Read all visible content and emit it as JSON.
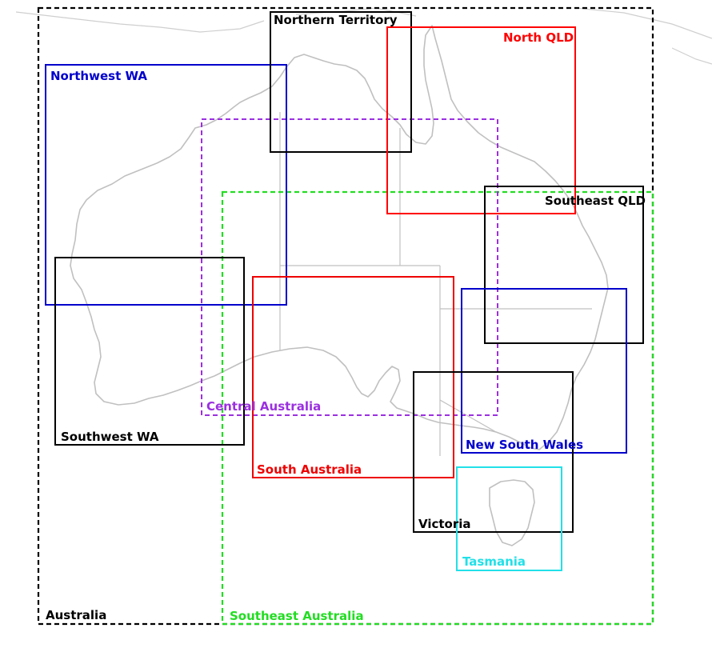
{
  "regions": {
    "australia": {
      "label": "Australia",
      "color": "#000000",
      "style": "dashed"
    },
    "northern_territory": {
      "label": "Northern Territory",
      "color": "#000000",
      "style": "solid"
    },
    "north_qld": {
      "label": "North QLD",
      "color": "#ff0000",
      "style": "solid"
    },
    "northwest_wa": {
      "label": "Northwest WA",
      "color": "#0000cc",
      "style": "solid"
    },
    "central_australia": {
      "label": "Central Australia",
      "color": "#9b30e0",
      "style": "dashed"
    },
    "southeast_qld": {
      "label": "Southeast QLD",
      "color": "#000000",
      "style": "solid"
    },
    "southeast_australia": {
      "label": "Southeast Australia",
      "color": "#22dd22",
      "style": "dashed"
    },
    "southwest_wa": {
      "label": "Southwest WA",
      "color": "#000000",
      "style": "solid"
    },
    "south_australia": {
      "label": "South Australia",
      "color": "#ee0000",
      "style": "solid"
    },
    "new_south_wales": {
      "label": "New South Wales",
      "color": "#0000cc",
      "style": "solid"
    },
    "victoria": {
      "label": "Victoria",
      "color": "#000000",
      "style": "solid"
    },
    "tasmania": {
      "label": "Tasmania",
      "color": "#22e0e8",
      "style": "solid"
    }
  },
  "basemap": {
    "coast_color": "#c0c0c0",
    "border_color": "#c0c0c0"
  }
}
